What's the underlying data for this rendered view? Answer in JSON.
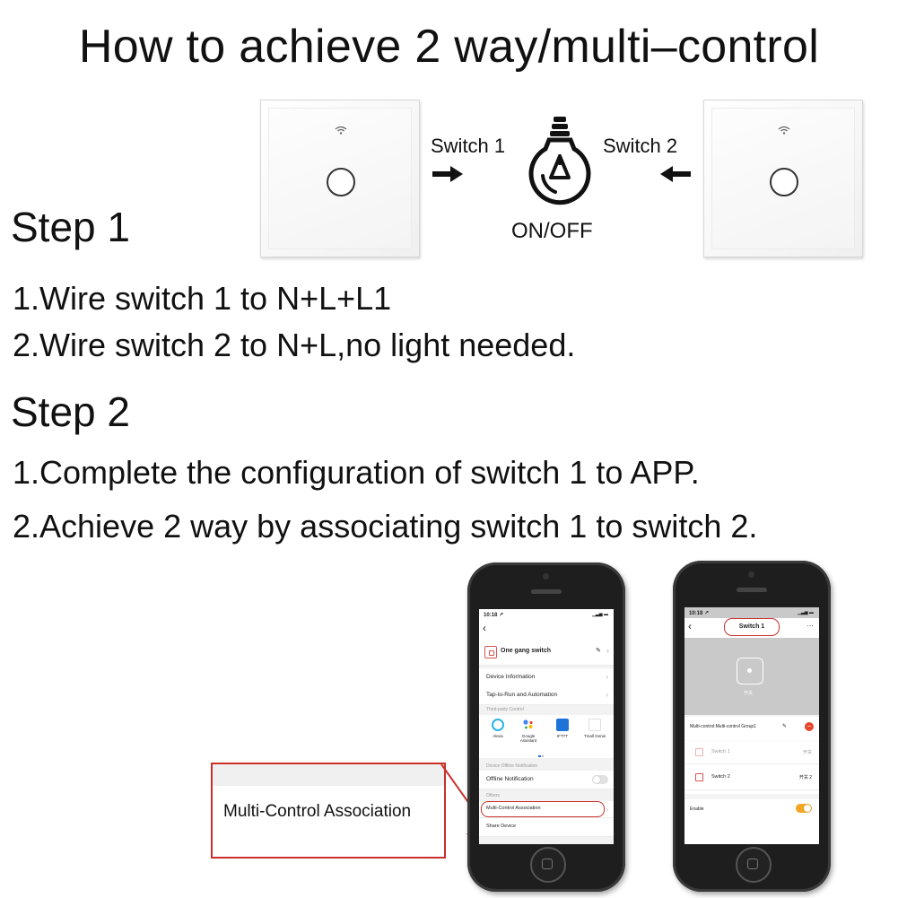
{
  "title": "How to achieve 2 way/multi–control",
  "step1": {
    "heading": "Step 1",
    "lines": [
      "1.Wire switch 1 to N+L+L1",
      "2.Wire switch 2 to N+L,no light needed."
    ]
  },
  "step2": {
    "heading": "Step 2",
    "lines": [
      "1.Complete the configuration of switch 1 to APP.",
      "2.Achieve 2 way by associating switch 1 to switch 2."
    ]
  },
  "diagram": {
    "switch1_label": "Switch 1",
    "switch2_label": "Switch 2",
    "arrow_right": "➞",
    "arrow_left": "⇦",
    "bulb_state": "ON/OFF"
  },
  "callout": {
    "label": "Multi-Control Association"
  },
  "phone1": {
    "time": "10:18 ↗",
    "status_icons": "▁▃▅ ▬",
    "back": "‹",
    "device_name": "One gang switch",
    "edit_icon": "✎",
    "chevron": "›",
    "rows": [
      {
        "label": "Device Information"
      },
      {
        "label": "Tap-to-Run and Automation"
      }
    ],
    "third_party_title": "Third-party Control",
    "integrations": [
      {
        "name": "Alexa"
      },
      {
        "name": "Google Assistant"
      },
      {
        "name": "IFTTT"
      },
      {
        "name": "Tmall Genie"
      }
    ],
    "offline_section": "Device Offline Notification",
    "offline_label": "Offline Notification",
    "offline_enabled": false,
    "others_section": "Others",
    "multi_control_label": "Multi-Control Association",
    "share_label": "Share Device"
  },
  "phone2": {
    "time": "10:18 ↗",
    "status_icons": "▁▃▅ ▬",
    "back": "‹",
    "header_title": "Switch 1",
    "more_icon": "…",
    "device_caption": "开关",
    "group_title": "Multi-control:Multi-control Group1",
    "edit_icon": "✎",
    "delete_icon": "−",
    "members": [
      {
        "name": "Switch 1",
        "state": "开关",
        "dim": true
      },
      {
        "name": "Switch 2",
        "state": "开关 2",
        "dim": false
      }
    ],
    "enable_label": "Enable",
    "enable_on": true
  },
  "colors": {
    "highlight_red": "#c9302c",
    "toggle_on": "#f5a623",
    "delete_red": "#e8452c",
    "device_icon_red": "#d9534f"
  }
}
